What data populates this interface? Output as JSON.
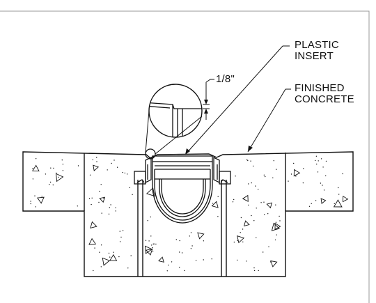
{
  "labels": {
    "plastic_insert": [
      "PLASTIC",
      "INSERT"
    ],
    "finished_concrete": [
      "FINISHED",
      "CONCRETE"
    ],
    "dimension": "1/8\""
  },
  "colors": {
    "line": "#111111",
    "background": "#ffffff",
    "frame": "#999999"
  }
}
